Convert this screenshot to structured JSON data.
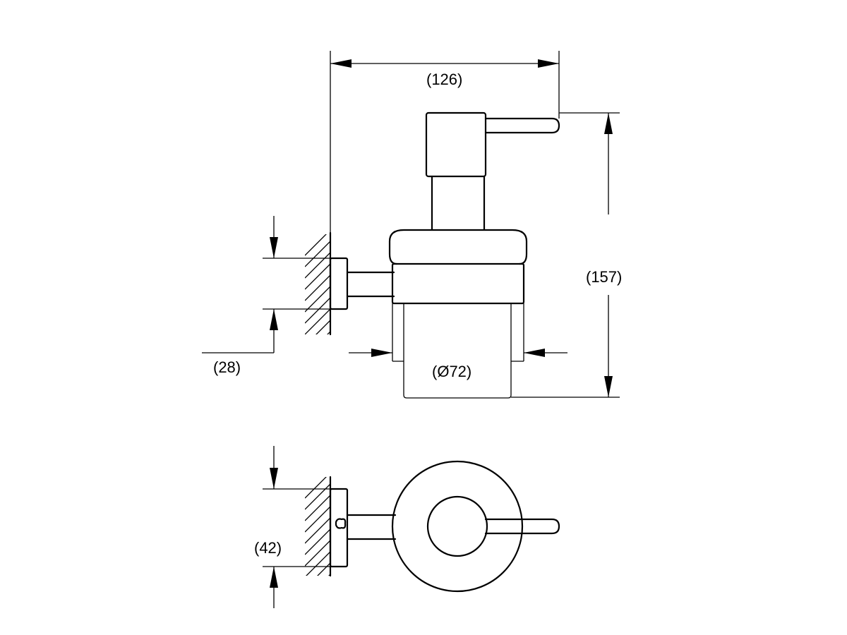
{
  "dimensions": {
    "width_total": "(126)",
    "height_total": "(157)",
    "wall_offset": "(28)",
    "glass_diameter": "(Ø72)",
    "plate_height": "(42)"
  }
}
